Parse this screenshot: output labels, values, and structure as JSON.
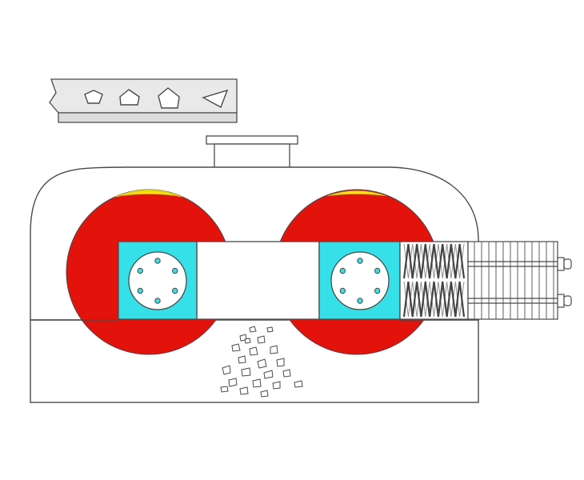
{
  "colors": {
    "background": "#ffffff",
    "outline": "#4a4a4a",
    "housing_fill": "#ffffff",
    "feed_plate_fill": "#e9e9e9",
    "roller_fill": "#e3120b",
    "bearing_block_fill": "#35e0e8",
    "material_layer_fill": "#f4e210",
    "spring_stroke": "#444444",
    "particle_fill": "#ffffff"
  },
  "icons": {
    "feed_samples": [
      "pentagon-icon",
      "house-shape-icon",
      "irregular-pentagon-icon",
      "triangle-icon"
    ]
  },
  "components": {
    "rollers": 2,
    "springs": 2,
    "bolts": 6,
    "tie_rods": 2,
    "crushed_particles": 22
  }
}
